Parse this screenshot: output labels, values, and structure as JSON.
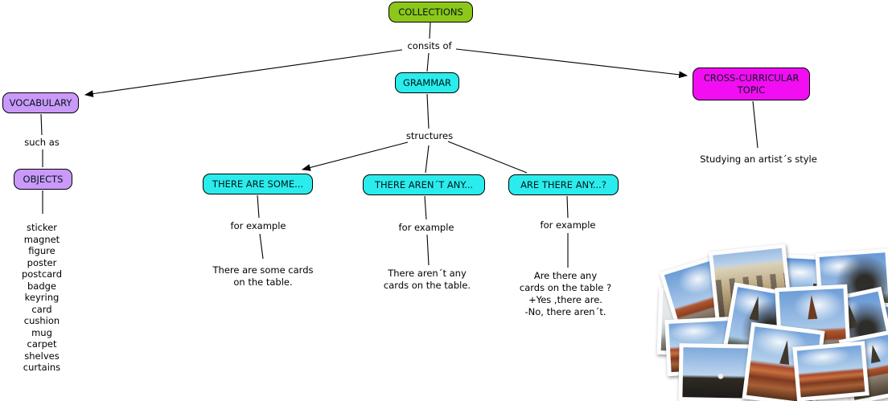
{
  "title": "COLLECTIONS concept map",
  "accent_colors": {
    "root_green": "#8CC719",
    "grammar_cyan": "#2BECEC",
    "vocabulary_purple": "#CB99FA",
    "topic_magenta": "#F20DF2",
    "line_black": "#000000"
  },
  "nodes": {
    "collections": {
      "label": "COLLECTIONS",
      "color": "#8CC719"
    },
    "grammar": {
      "label": "GRAMMAR",
      "color": "#2BECEC"
    },
    "vocabulary": {
      "label": "VOCABULARY",
      "color": "#CB99FA"
    },
    "objects": {
      "label": "OBJECTS",
      "color": "#CB99FA"
    },
    "cross_curricular_topic": {
      "label": "CROSS-CURRICULAR TOPIC",
      "color": "#F20DF2"
    },
    "there_are_some": {
      "label": "THERE ARE SOME...",
      "color": "#2BECEC"
    },
    "there_arent_any": {
      "label": "THERE AREN´T ANY...",
      "color": "#2BECEC"
    },
    "are_there_any": {
      "label": "ARE THERE ANY...?",
      "color": "#2BECEC"
    }
  },
  "link_labels": {
    "consists_of": "consits of",
    "such_as": "such as",
    "structures": "structures",
    "for_example": "for example"
  },
  "vocabulary_items": [
    "sticker",
    "magnet",
    "figure",
    "poster",
    "postcard",
    "badge",
    "keyring",
    "card",
    "cushion",
    "mug",
    "carpet",
    "shelves",
    "curtains"
  ],
  "examples": {
    "there_are_some": [
      "There are some cards",
      "on the table."
    ],
    "there_arent_any": [
      "There aren´t any",
      "cards on the table."
    ],
    "are_there_any": [
      "Are there any",
      "cards on the table ?",
      "+Yes ,there are.",
      "-No, there aren´t."
    ]
  },
  "cross_curricular_note": "Studying an artist´s style",
  "collage": {
    "description": "pile of scattered overlapping postcard photos of a city: churches, spires, rooftops, blue sky"
  }
}
